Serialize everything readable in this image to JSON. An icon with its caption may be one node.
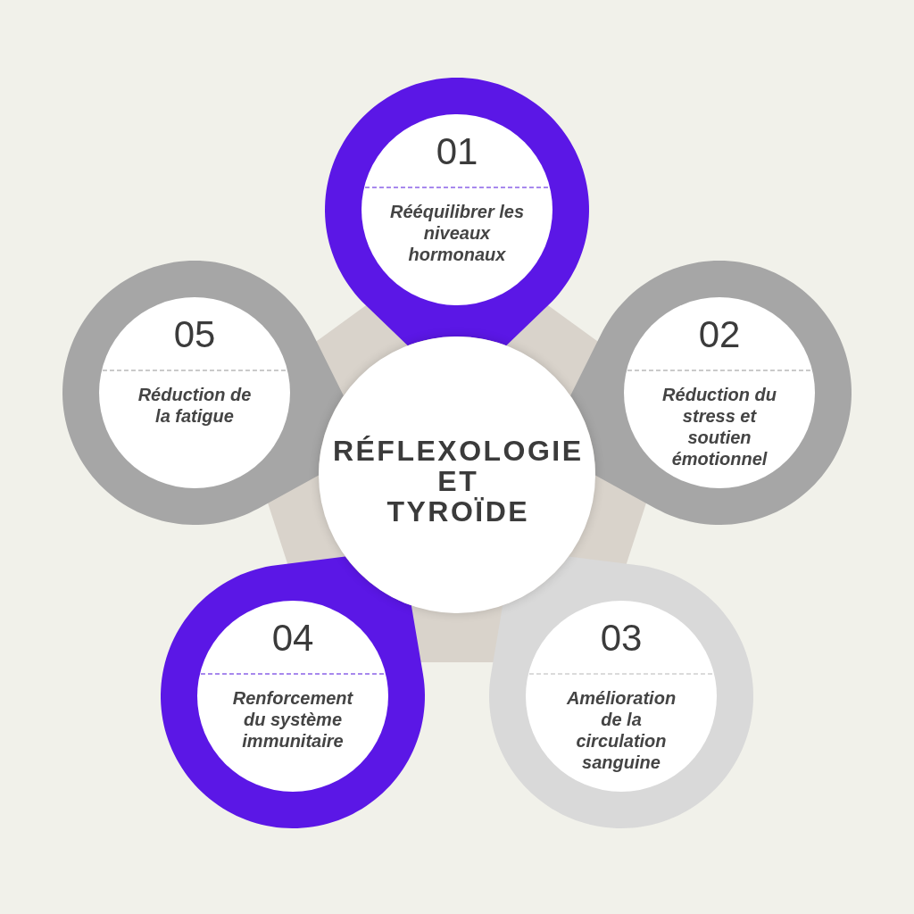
{
  "diagram": {
    "nodes": [
      {
        "text": [
          "RÉFLEXOLOGIE ET TYROÏDE"
        ]
      },
      {
        "text": [
          "01",
          "Rééquilibrer les niveaux hormonaux"
        ]
      },
      {
        "text": [
          "02",
          "Réduction du stress et soutien émotionnel"
        ]
      },
      {
        "text": [
          "03",
          "Amélioration de la circulation sanguine"
        ]
      },
      {
        "text": [
          "04",
          "Renforcement du système immunitaire"
        ]
      },
      {
        "text": [
          "05",
          "Réduction de la fatigue"
        ]
      }
    ]
  }
}
